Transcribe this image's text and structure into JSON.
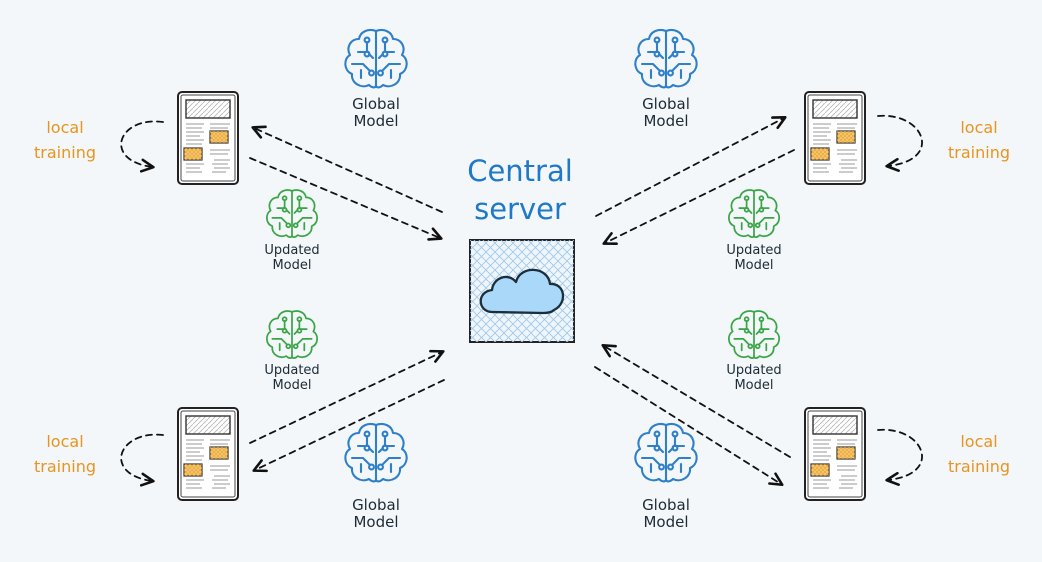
{
  "server": {
    "title_line1": "Central",
    "title_line2": "server"
  },
  "labels": {
    "global_line1": "Global",
    "global_line2": "Model",
    "updated_line1": "Updated",
    "updated_line2": "Model",
    "local_line1": "local",
    "local_line2": "training"
  },
  "icons": {
    "global_model": "brain-circuit-icon",
    "updated_model": "brain-circuit-icon",
    "server": "cloud-icon",
    "client": "tablet-icon"
  },
  "colors": {
    "background": "#f3f7f9",
    "global_model": "#2f7fc9",
    "updated_model": "#3aa547",
    "server_title": "#1f78c8",
    "local_training": "#e8941e",
    "cloud": "#a9d8f8",
    "arrows": "#111111"
  }
}
